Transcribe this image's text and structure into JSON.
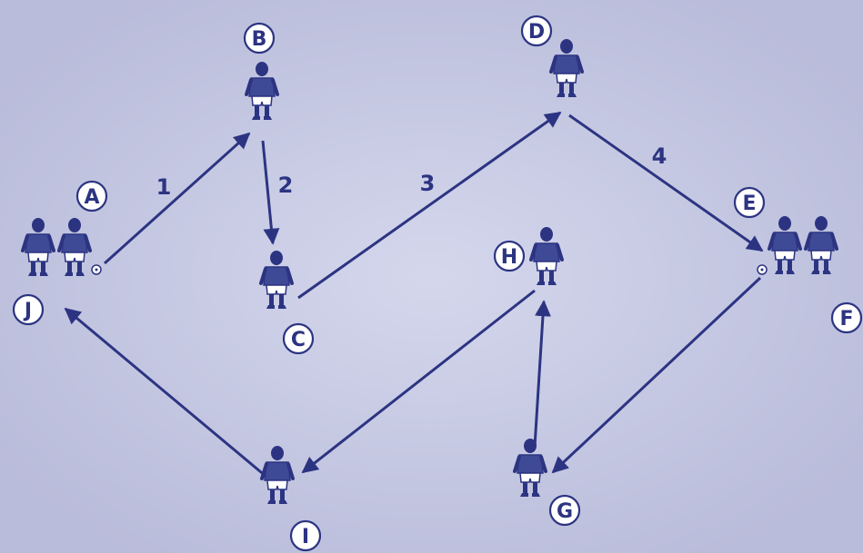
{
  "colors": {
    "ink": "#2c3482",
    "background": "#c8cbe3",
    "shirt": "#3f4a96",
    "shorts": "#ffffff"
  },
  "icons": {
    "player": "player-icon",
    "ball": "ball-icon",
    "arrow": "arrow-icon"
  },
  "labels": {
    "A": "A",
    "B": "B",
    "C": "C",
    "D": "D",
    "E": "E",
    "F": "F",
    "G": "G",
    "H": "H",
    "I": "I",
    "J": "J"
  },
  "passes": [
    "1",
    "2",
    "3",
    "4"
  ]
}
